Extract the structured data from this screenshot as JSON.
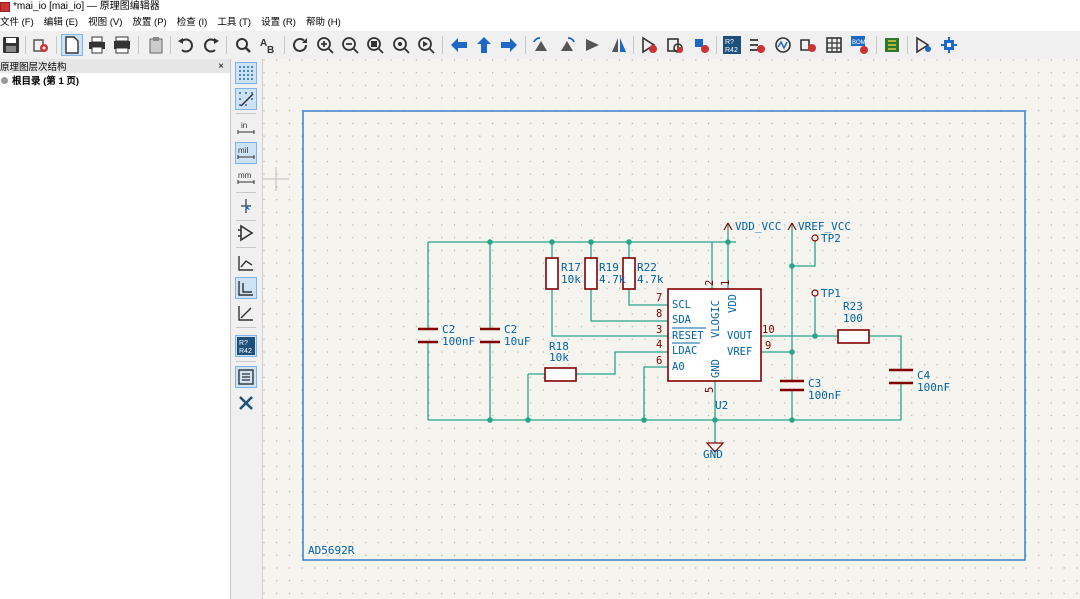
{
  "window": {
    "title": "*mai_io [mai_io] — 原理图编辑器"
  },
  "menu": [
    "文件 (F)",
    "编辑 (E)",
    "视图 (V)",
    "放置 (P)",
    "检查 (I)",
    "工具 (T)",
    "设置 (R)",
    "帮助 (H)"
  ],
  "panel": {
    "title": "原理图层次结构",
    "close": "×",
    "root_label": "根目录 (第 1 页)"
  },
  "toolbar_icons": {
    "units_in": "in",
    "units_mil": "mil",
    "units_mm": "mm",
    "annotate_a": "A",
    "annotate_b": "B",
    "r_label_top": "R?",
    "r_label_bottom": "R42",
    "bom_label": "BOM"
  },
  "schematic": {
    "sheet_title": "AD5692R",
    "ic": {
      "ref": "U2",
      "left_pins": [
        {
          "name": "SCL",
          "num": "7"
        },
        {
          "name": "SDA",
          "num": "8"
        },
        {
          "name": "RESET",
          "num": "3"
        },
        {
          "name": "LDAC",
          "num": "4"
        },
        {
          "name": "A0",
          "num": "6"
        }
      ],
      "top_pins": [
        {
          "name": "VLOGIC",
          "num": "2"
        },
        {
          "name": "VDD",
          "num": "1"
        }
      ],
      "right_pins": [
        {
          "name": "VOUT",
          "num": "10"
        },
        {
          "name": "VREF",
          "num": "9"
        }
      ],
      "bottom_pins": [
        {
          "name": "GND",
          "num": "5"
        }
      ]
    },
    "components": {
      "c2a_ref": "C2",
      "c2a_val": "100nF",
      "c2b_ref": "C2",
      "c2b_val": "10uF",
      "r17_ref": "R17",
      "r17_val": "10k",
      "r19_ref": "R19",
      "r19_val": "4.7k",
      "r22_ref": "R22",
      "r22_val": "4.7k",
      "r18_ref": "R18",
      "r18_val": "10k",
      "r23_ref": "R23",
      "r23_val": "100",
      "c3_ref": "C3",
      "c3_val": "100nF",
      "c4_ref": "C4",
      "c4_val": "100nF",
      "tp1": "TP1",
      "tp2": "TP2"
    },
    "power": {
      "vdd": "VDD_VCC",
      "vref": "VREF_VCC",
      "gnd": "GND"
    },
    "colors": {
      "wire": "#2aa58a",
      "body": "#840000",
      "label": "#0062a8",
      "ic_fill": "#ffffff",
      "ic_stroke": "#840000",
      "sheet_border": "#3a7fd0",
      "canvas": "#f5f4ef"
    }
  }
}
